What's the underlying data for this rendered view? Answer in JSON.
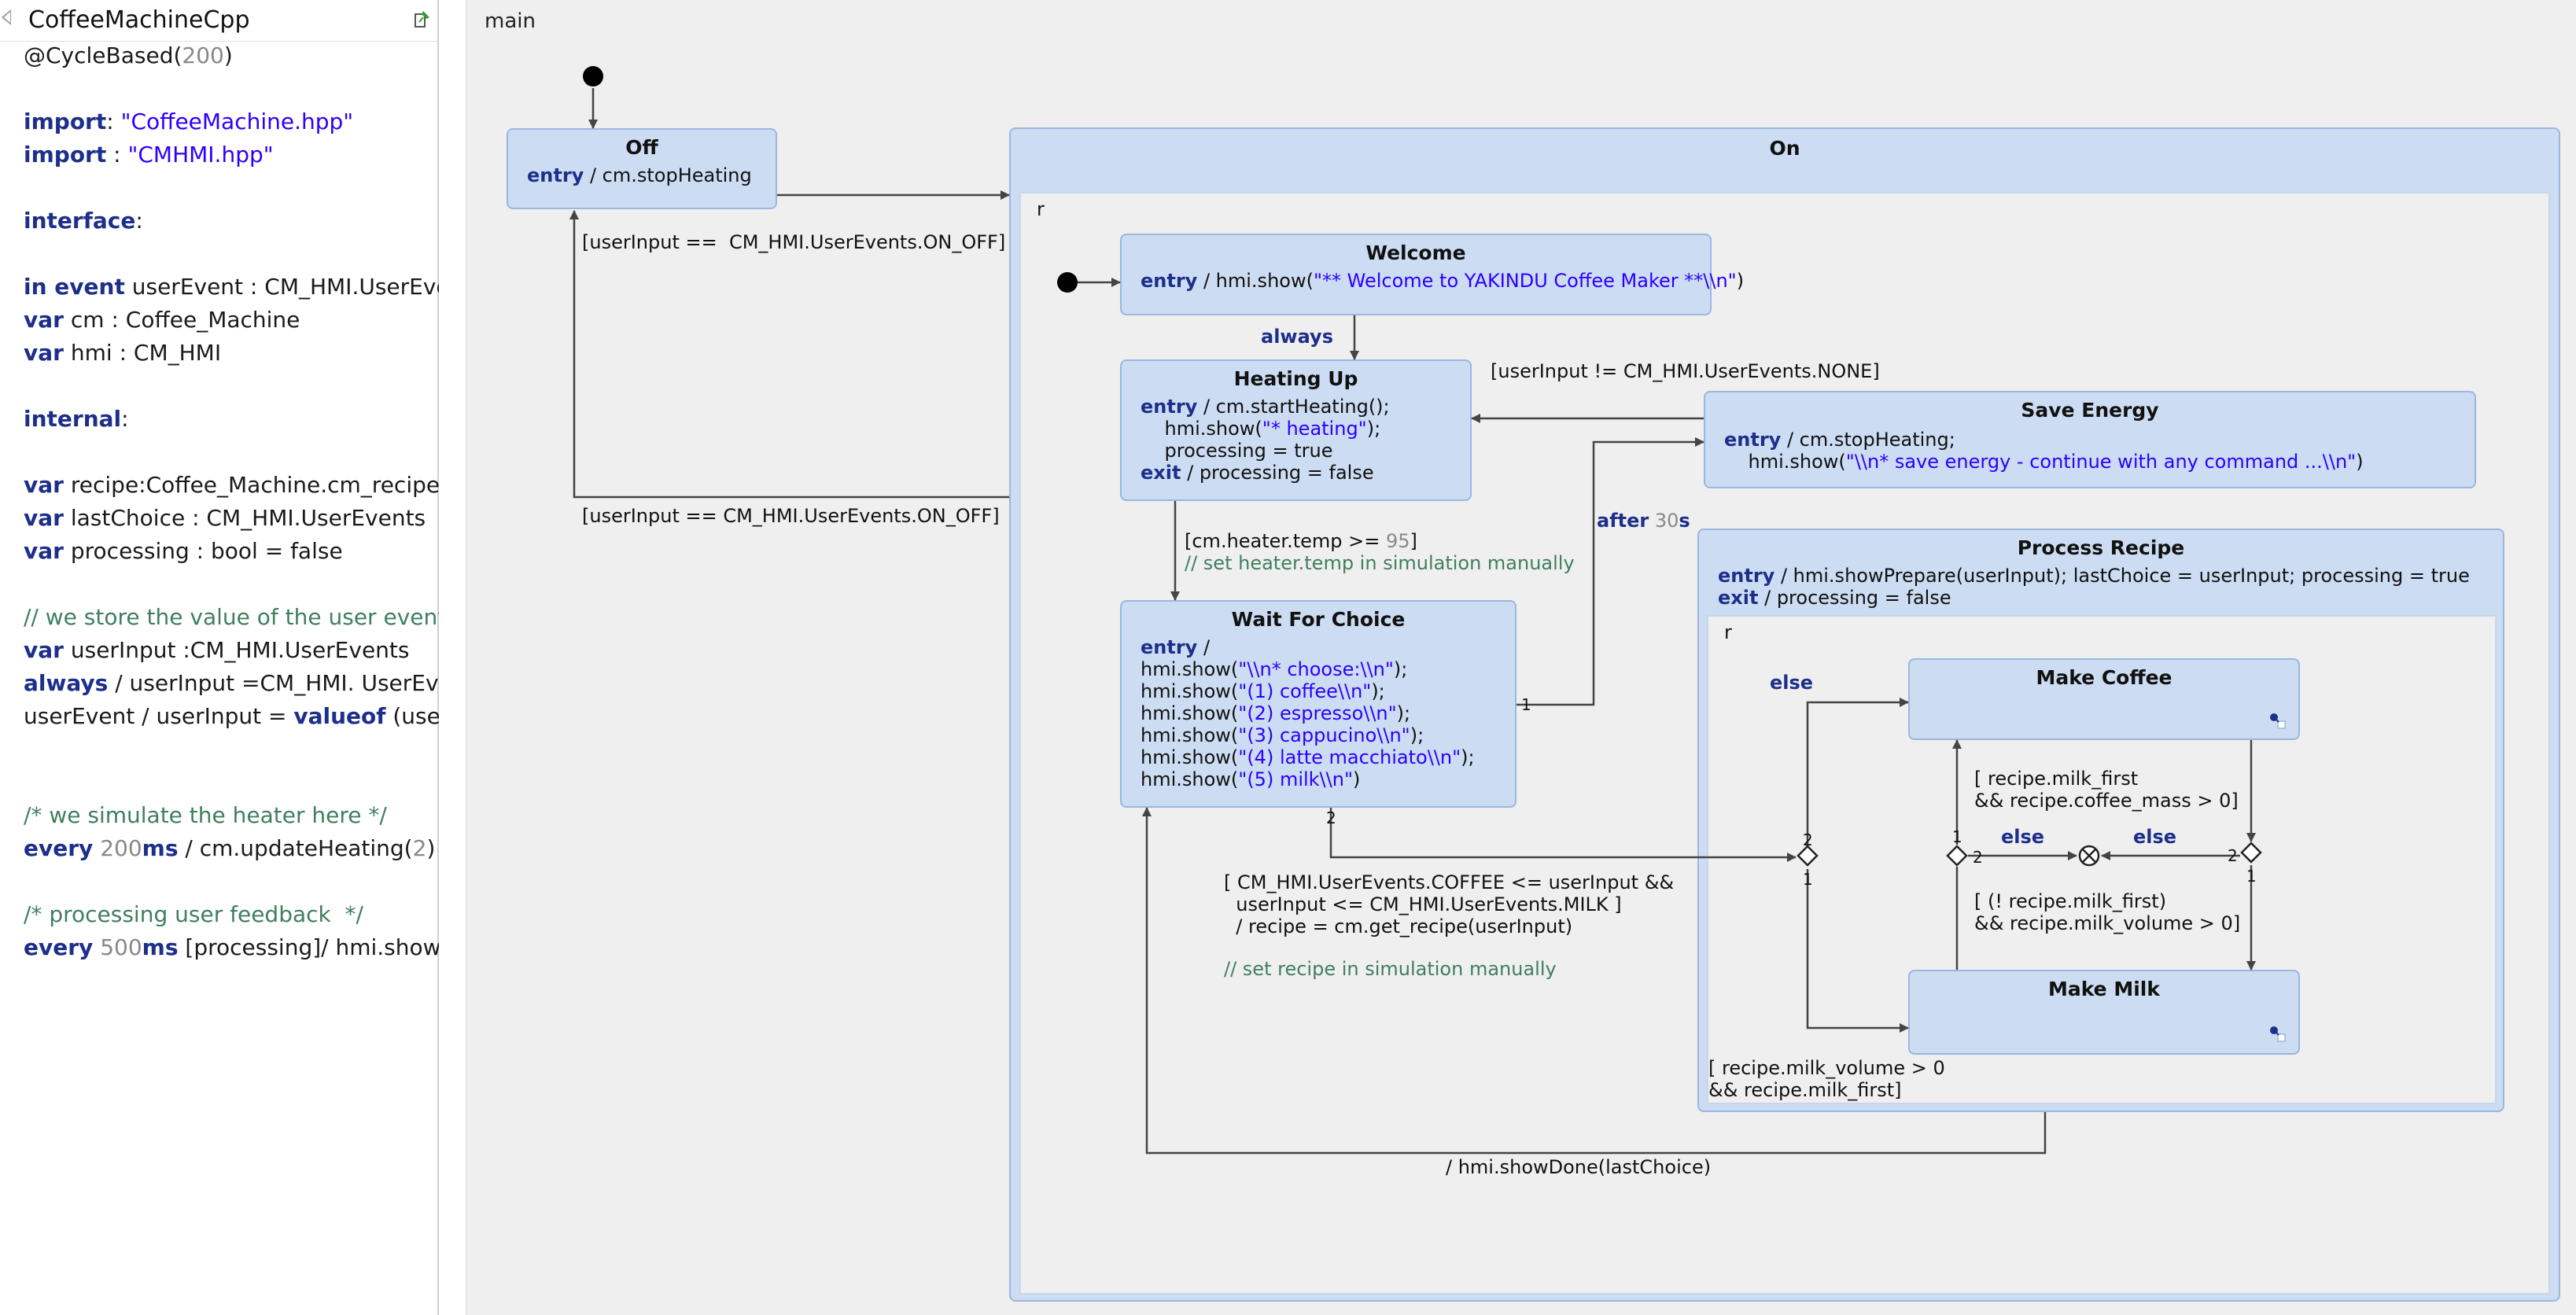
{
  "side": {
    "title": "CoffeeMachineCpp",
    "code": [
      [
        [
          "t",
          "@CycleBased("
        ],
        [
          "n",
          "200"
        ],
        [
          "t",
          ")"
        ]
      ],
      [],
      [
        [
          "k",
          "import"
        ],
        [
          "t",
          ": "
        ],
        [
          "s",
          "\"CoffeeMachine.hpp\""
        ]
      ],
      [
        [
          "k",
          "import"
        ],
        [
          "t",
          " : "
        ],
        [
          "s",
          "\"CMHMI.hpp\""
        ]
      ],
      [],
      [
        [
          "k",
          "interface"
        ],
        [
          "t",
          ":"
        ]
      ],
      [],
      [
        [
          "k",
          "in event"
        ],
        [
          "t",
          " userEvent : CM_HMI.UserEvents"
        ]
      ],
      [
        [
          "k",
          "var"
        ],
        [
          "t",
          " cm : Coffee_Machine"
        ]
      ],
      [
        [
          "k",
          "var"
        ],
        [
          "t",
          " hmi : CM_HMI"
        ]
      ],
      [],
      [
        [
          "k",
          "internal"
        ],
        [
          "t",
          ":"
        ]
      ],
      [],
      [
        [
          "k",
          "var"
        ],
        [
          "t",
          " recipe:Coffee_Machine.cm_recipe_t"
        ]
      ],
      [
        [
          "k",
          "var"
        ],
        [
          "t",
          " lastChoice : CM_HMI.UserEvents"
        ]
      ],
      [
        [
          "k",
          "var"
        ],
        [
          "t",
          " processing : bool = false"
        ]
      ],
      [],
      [
        [
          "c",
          "// we store the value of the user event"
        ]
      ],
      [
        [
          "k",
          "var"
        ],
        [
          "t",
          " userInput :CM_HMI.UserEvents"
        ]
      ],
      [
        [
          "k",
          "always"
        ],
        [
          "t",
          " / userInput =CM_HMI. UserEvents"
        ]
      ],
      [
        [
          "t",
          "userEvent / userInput = "
        ],
        [
          "k",
          "valueof"
        ],
        [
          "t",
          " (userEvent)"
        ]
      ],
      [],
      [],
      [
        [
          "c",
          "/* we simulate the heater here */"
        ]
      ],
      [
        [
          "k",
          "every"
        ],
        [
          "t",
          " "
        ],
        [
          "n",
          "200"
        ],
        [
          "k",
          "ms"
        ],
        [
          "t",
          " / cm.updateHeating("
        ],
        [
          "n",
          "2"
        ],
        [
          "t",
          ")"
        ]
      ],
      [],
      [
        [
          "c",
          "/* processing user feedback  */"
        ]
      ],
      [
        [
          "k",
          "every"
        ],
        [
          "t",
          " "
        ],
        [
          "n",
          "500"
        ],
        [
          "k",
          "ms"
        ],
        [
          "t",
          " [processing]/ hmi.show("
        ],
        [
          "s",
          "\".\""
        ],
        [
          "t",
          ")"
        ]
      ]
    ]
  },
  "diagram": {
    "main_label": "main",
    "region_label": "r",
    "inner_region_label": "r",
    "states": {
      "off": {
        "name": "Off",
        "entry_kw": "entry",
        "entry": " / cm.stopHeating"
      },
      "on": {
        "name": "On"
      },
      "welcome": {
        "name": "Welcome",
        "lines": [
          [
            [
              "k",
              "entry"
            ],
            [
              "t",
              " / hmi.show("
            ],
            [
              "s",
              "\"** Welcome to YAKINDU Coffee Maker **\\\\n\""
            ],
            [
              "t",
              ")"
            ]
          ]
        ]
      },
      "heating": {
        "name": "Heating Up",
        "lines": [
          [
            [
              "k",
              "entry"
            ],
            [
              "t",
              " / cm.startHeating();"
            ]
          ],
          [
            [
              "t",
              "    hmi.show("
            ],
            [
              "s",
              "\"* heating\""
            ],
            [
              "t",
              ");"
            ]
          ],
          [
            [
              "t",
              "    processing = true"
            ]
          ],
          [
            [
              "k",
              "exit"
            ],
            [
              "t",
              " / processing = false"
            ]
          ]
        ]
      },
      "save": {
        "name": "Save Energy",
        "lines": [
          [
            [
              "k",
              "entry"
            ],
            [
              "t",
              " / cm.stopHeating;"
            ]
          ],
          [
            [
              "t",
              "    hmi.show("
            ],
            [
              "s",
              "\"\\\\n* save energy - continue with any command ...\\\\n\""
            ],
            [
              "t",
              ")"
            ]
          ]
        ]
      },
      "wait": {
        "name": "Wait For Choice",
        "lines": [
          [
            [
              "k",
              "entry"
            ],
            [
              "t",
              " /"
            ]
          ],
          [
            [
              "t",
              "hmi.show("
            ],
            [
              "s",
              "\"\\\\n* choose:\\\\n\""
            ],
            [
              "t",
              ");"
            ]
          ],
          [
            [
              "t",
              "hmi.show("
            ],
            [
              "s",
              "\"(1) coffee\\\\n\""
            ],
            [
              "t",
              ");"
            ]
          ],
          [
            [
              "t",
              "hmi.show("
            ],
            [
              "s",
              "\"(2) espresso\\\\n\""
            ],
            [
              "t",
              ");"
            ]
          ],
          [
            [
              "t",
              "hmi.show("
            ],
            [
              "s",
              "\"(3) cappucino\\\\n\""
            ],
            [
              "t",
              ");"
            ]
          ],
          [
            [
              "t",
              "hmi.show("
            ],
            [
              "s",
              "\"(4) latte macchiato\\\\n\""
            ],
            [
              "t",
              ");"
            ]
          ],
          [
            [
              "t",
              "hmi.show("
            ],
            [
              "s",
              "\"(5) milk\\\\n\""
            ],
            [
              "t",
              ")"
            ]
          ]
        ]
      },
      "process": {
        "name": "Process Recipe",
        "lines": [
          [
            [
              "k",
              "entry"
            ],
            [
              "t",
              " / hmi.showPrepare(userInput); lastChoice = userInput; processing = true"
            ]
          ],
          [
            [
              "k",
              "exit"
            ],
            [
              "t",
              " / processing = false"
            ]
          ]
        ]
      },
      "coffee": {
        "name": "Make Coffee"
      },
      "milk": {
        "name": "Make Milk"
      }
    },
    "transitions": {
      "on_off_1": "[userInput ==  CM_HMI.UserEvents.ON_OFF]",
      "on_off_2": "[userInput == CM_HMI.UserEvents.ON_OFF]",
      "always": "always",
      "not_none": "[userInput != CM_HMI.UserEvents.NONE]",
      "after_kw": "after",
      "after_num": "30",
      "after_unit": "s",
      "temp_guard": "[cm.heater.temp >= ",
      "temp_val": "95",
      "temp_close": "]",
      "temp_comment": "// set heater.temp in simulation manually",
      "choice_guard": "[ CM_HMI.UserEvents.COFFEE <= userInput &&\n  userInput <= CM_HMI.UserEvents.MILK ]\n  / recipe = cm.get_recipe(userInput)",
      "recipe_comment": "// set recipe in simulation manually",
      "else_1": "else",
      "else_2": "else",
      "else_3": "else",
      "milk_first_guard": "[ recipe.milk_first\n&& recipe.coffee_mass > 0]",
      "not_milk_first_guard": "[ (! recipe.milk_first)\n&& recipe.milk_volume > 0]",
      "milk_volume_guard": "[ recipe.milk_volume > 0\n&& recipe.milk_first]",
      "show_done": "/ hmi.showDone(lastChoice)",
      "prio_1a": "1",
      "prio_2a": "2",
      "prio_2b": "2",
      "prio_1b": "1",
      "prio_1c": "1",
      "prio_2c": "2",
      "prio_2d": "2",
      "prio_1d": "1"
    },
    "colors": {
      "state_fill": "#ccdcf2",
      "state_border": "#9bb7de",
      "keyword": "#1d2f8a",
      "string": "#2a00ff",
      "comment": "#3f7f5f"
    }
  }
}
